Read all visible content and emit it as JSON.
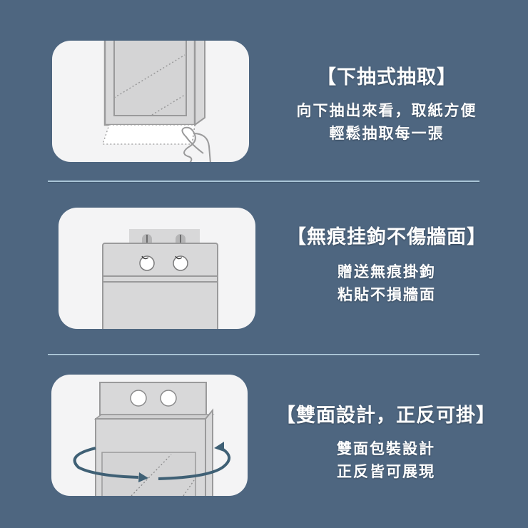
{
  "colors": {
    "background": "#4e6680",
    "panel": "#f4f4f5",
    "box_fill": "#d8d8d9",
    "box_stroke": "#9a9a9b",
    "arrow": "#3f6075",
    "divider": "#a9c4d6",
    "text": "#ffffff"
  },
  "sections": [
    {
      "title": "【下抽式抽取】",
      "lines": [
        "向下抽出來看，取紙方便",
        "輕鬆抽取每一張"
      ],
      "illustration": "box-pull-down-icon"
    },
    {
      "title": "【無痕挂鉤不傷牆面】",
      "lines": [
        "贈送無痕掛鉤",
        "粘貼不損牆面"
      ],
      "illustration": "hook-hanging-icon"
    },
    {
      "title": "【雙面設計，正反可掛】",
      "lines": [
        "雙面包裝設計",
        "正反皆可展現"
      ],
      "illustration": "rotate-box-icon"
    }
  ]
}
